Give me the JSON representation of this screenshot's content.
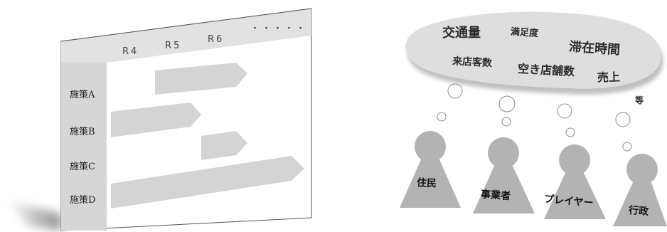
{
  "timeline": {
    "years": [
      "R4",
      "R5",
      "R6"
    ],
    "ellipsis": "・・・・・",
    "measures": [
      {
        "label": "施策A"
      },
      {
        "label": "施策B"
      },
      {
        "label": "施策C"
      },
      {
        "label": "施策D"
      }
    ]
  },
  "cloud": {
    "keywords": [
      "交通量",
      "満足度",
      "滞在時間",
      "来店客数",
      "空き店舗数",
      "売上"
    ],
    "etc": "等"
  },
  "stakeholders": [
    "住民",
    "事業者",
    "プレイヤー",
    "行政"
  ],
  "colors": {
    "bar": "#d4d4d4",
    "panel_left": "#d6d6d6",
    "panel_top": "#e2e2e2",
    "figure": "#b3b3b3",
    "cloud": "#dedede"
  }
}
